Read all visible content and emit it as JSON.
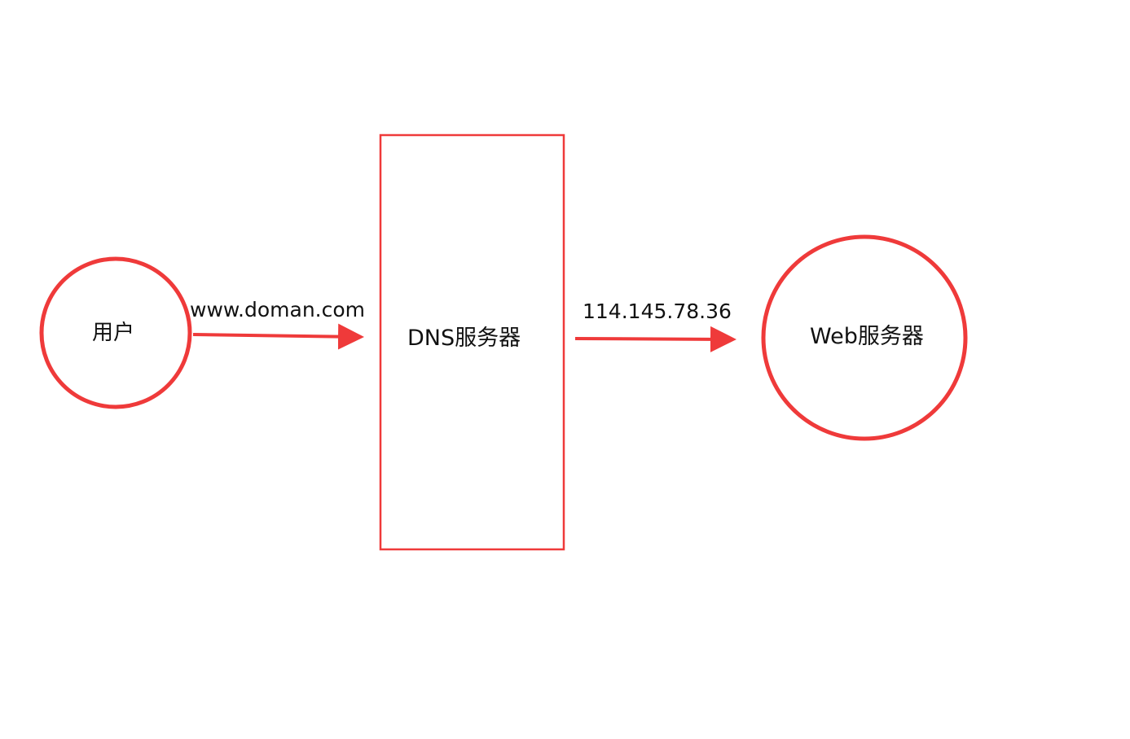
{
  "nodes": {
    "user": {
      "label": "用户"
    },
    "dns_server": {
      "label": "DNS服务器"
    },
    "web_server": {
      "label": "Web服务器"
    }
  },
  "edges": {
    "user_to_dns": {
      "label": "www.doman.com"
    },
    "dns_to_web": {
      "label": "114.145.78.36"
    }
  },
  "colors": {
    "stroke": "#ef3a3a",
    "text": "#111111",
    "background": "#ffffff"
  }
}
